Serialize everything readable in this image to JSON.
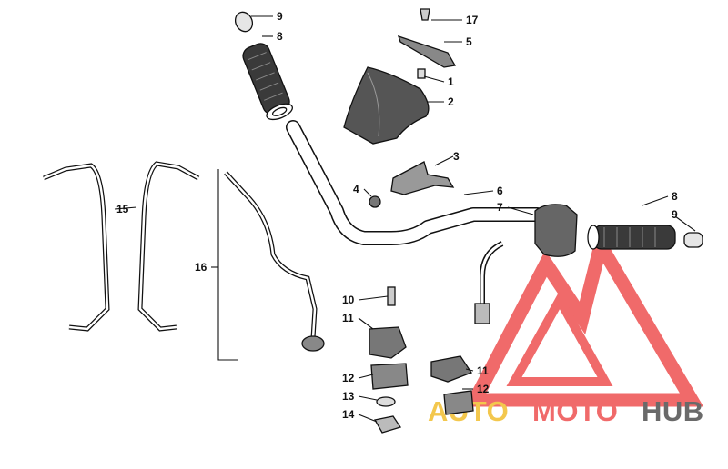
{
  "callouts": [
    "9",
    "8",
    "17",
    "5",
    "1",
    "2",
    "3",
    "4",
    "6",
    "7",
    "8",
    "9",
    "15",
    "16",
    "10",
    "11",
    "12",
    "13",
    "14",
    "11",
    "12"
  ],
  "watermark": {
    "auto": "AUTO",
    "moto": "MOTO",
    "hub": "HUB"
  },
  "colors": {
    "accent_red": "#e84a4a",
    "accent_yellow": "#f2c23a",
    "hub_gray": "#555555",
    "line": "#111111"
  }
}
